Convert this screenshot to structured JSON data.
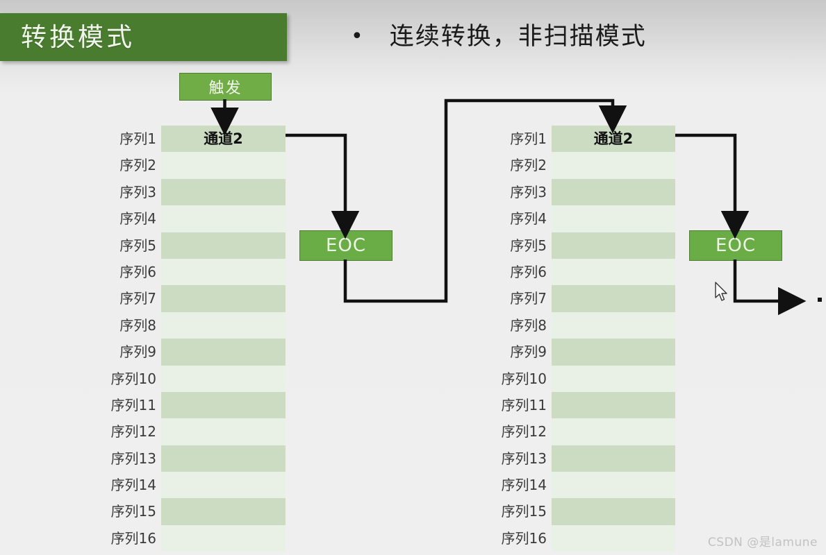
{
  "slide": {
    "title": "转换模式",
    "bullet": {
      "marker": "•",
      "text": "连续转换，非扫描模式"
    },
    "watermark": "CSDN @是lamune"
  },
  "diagram": {
    "trigger_label": "触发",
    "eoc_left_label": "EOC",
    "eoc_right_label": "EOC",
    "channel_label": "通道2",
    "sequence_labels": [
      "序列1",
      "序列2",
      "序列3",
      "序列4",
      "序列5",
      "序列6",
      "序列7",
      "序列8",
      "序列9",
      "序列10",
      "序列11",
      "序列12",
      "序列13",
      "序列14",
      "序列15",
      "序列16"
    ],
    "row_values": [
      "通道2",
      "",
      "",
      "",
      "",
      "",
      "",
      "",
      "",
      "",
      "",
      "",
      "",
      "",
      "",
      ""
    ]
  },
  "colors": {
    "banner_green": "#4a7c2f",
    "box_green": "#70ad47",
    "row_dark": "#ccdcc3",
    "row_light": "#e9f0e5",
    "wire": "#111111",
    "background": "#eeeeee"
  }
}
